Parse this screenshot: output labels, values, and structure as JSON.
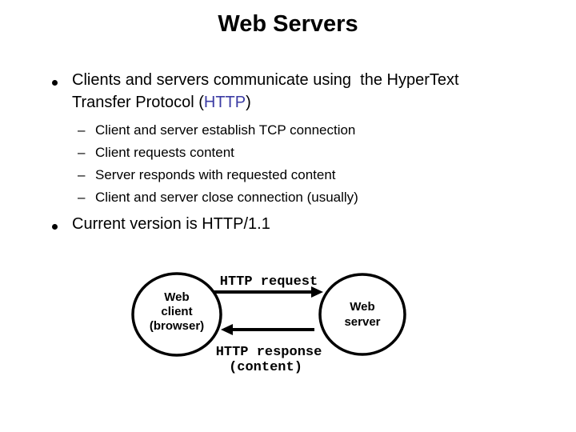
{
  "slide": {
    "title": "Web Servers",
    "bullets": {
      "b1": {
        "line1": "Clients and servers communicate using  the HyperText",
        "line2_pre": "Transfer Protocol (",
        "line2_link": "HTTP",
        "line2_post": ")"
      },
      "sub": [
        "Client and server establish TCP connection",
        "Client requests content",
        "Server responds with requested content",
        "Client and server close connection (usually)"
      ],
      "dash_glyph": "–",
      "b2": "Current version is HTTP/1.1"
    },
    "diagram": {
      "request_label": "HTTP request",
      "response_label_line1": "HTTP response",
      "response_label_line2": "(content)",
      "client_node": [
        "Web",
        "client",
        "(browser)"
      ],
      "server_node": [
        "Web",
        "server"
      ]
    },
    "colors": {
      "http_link": "#3c3ca4",
      "text": "#000000",
      "background": "#ffffff"
    }
  }
}
